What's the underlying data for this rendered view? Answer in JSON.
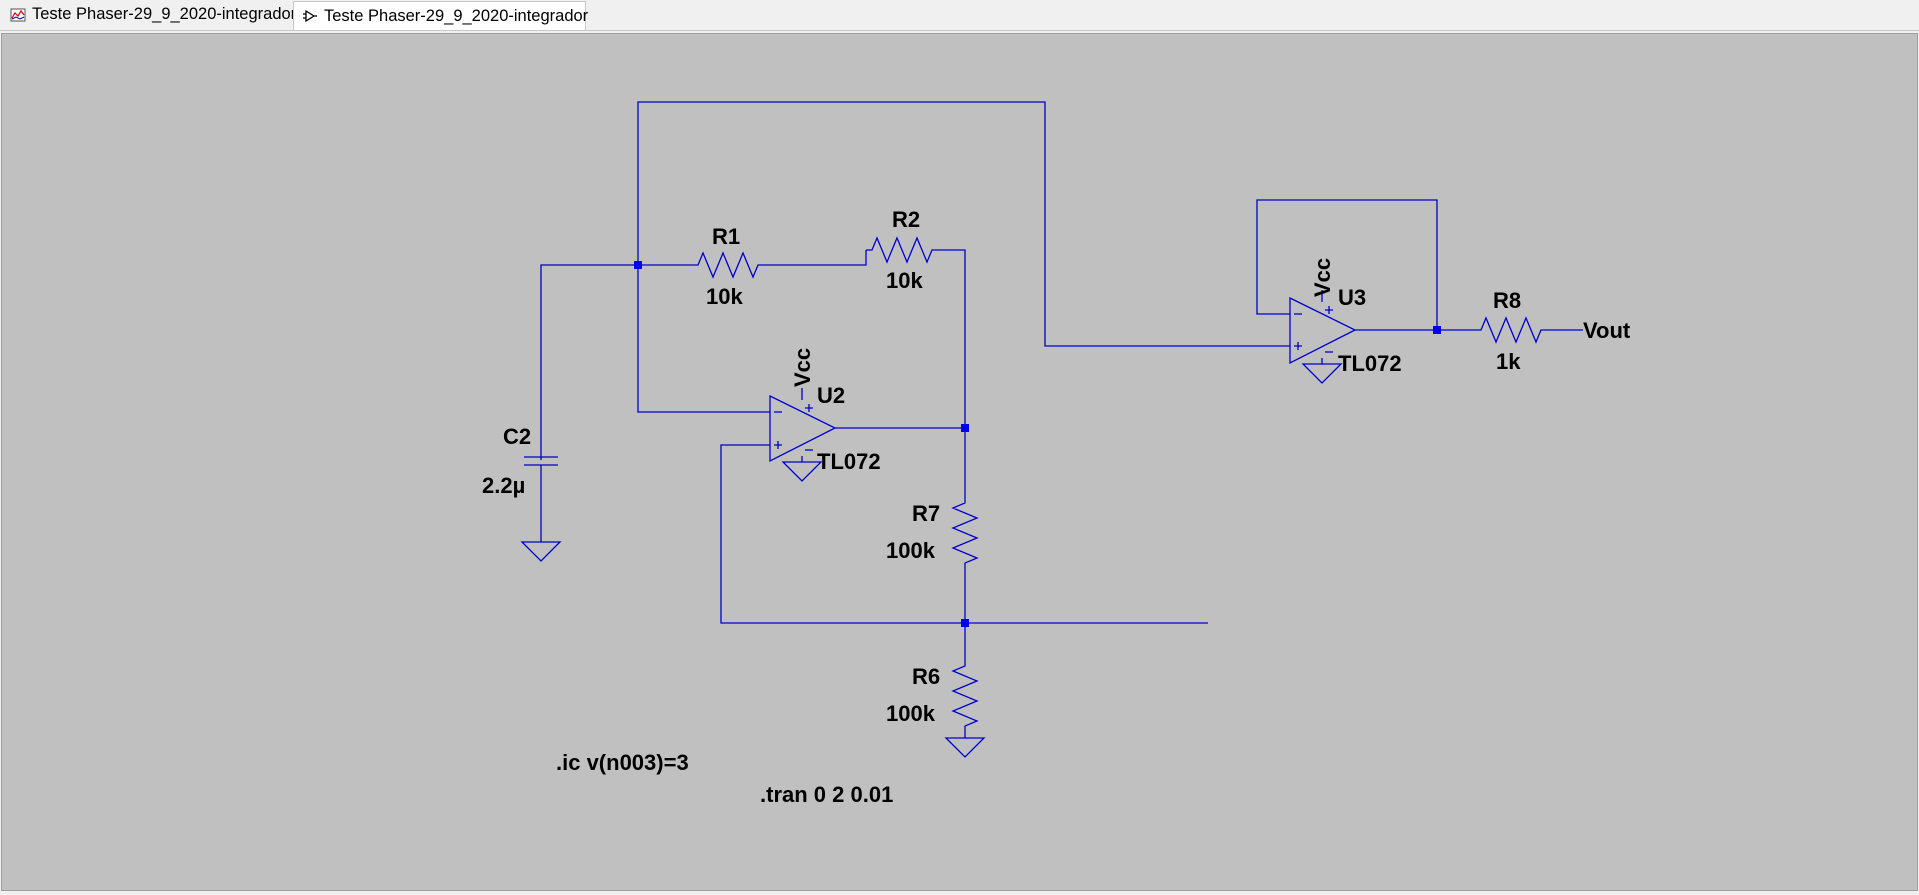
{
  "tabs": [
    {
      "label": "Teste Phaser-29_9_2020-integrador",
      "icon": "waveform-plot-icon",
      "active": false
    },
    {
      "label": "Teste Phaser-29_9_2020-integrador",
      "icon": "schematic-opamp-icon",
      "active": true
    }
  ],
  "colors": {
    "canvas_bg": "#c0c0c0",
    "wire": "#0000cd",
    "junction": "#0000ee",
    "label_text": "#000000"
  },
  "schematic": {
    "components": {
      "R1": {
        "name": "R1",
        "value": "10k"
      },
      "R2": {
        "name": "R2",
        "value": "10k"
      },
      "R6": {
        "name": "R6",
        "value": "100k"
      },
      "R7": {
        "name": "R7",
        "value": "100k"
      },
      "R8": {
        "name": "R8",
        "value": "1k"
      },
      "C2": {
        "name": "C2",
        "value": "2.2µ"
      },
      "U2": {
        "name": "U2",
        "model": "TL072",
        "supply": "Vcc"
      },
      "U3": {
        "name": "U3",
        "model": "TL072",
        "supply": "Vcc"
      }
    },
    "net_labels": {
      "vout": "Vout"
    },
    "directives": {
      "ic": ".ic v(n003)=3",
      "tran": ".tran 0 2 0.01"
    }
  }
}
